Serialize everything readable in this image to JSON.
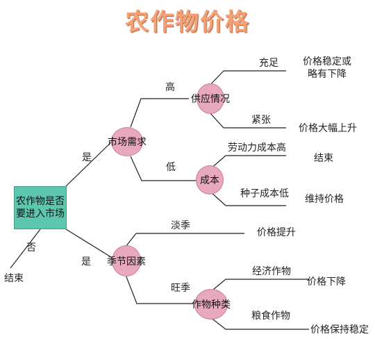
{
  "title": "农作物价格",
  "nodes": {
    "root": "农作物是否要进入市场",
    "market_demand": "市场需求",
    "supply": "供应情况",
    "cost": "成本",
    "season": "季节因素",
    "crop_type": "作物种类"
  },
  "edge_labels": {
    "yes_top": "是",
    "no": "否",
    "yes_bottom": "是",
    "high": "高",
    "low": "低",
    "sufficient": "充足",
    "tight": "紧张",
    "labor_high": "劳动力成本高",
    "seed_low": "种子成本低",
    "off_season": "淡季",
    "peak_season": "旺季",
    "cash_crop": "经济作物",
    "grain_crop": "粮食作物"
  },
  "leaves": {
    "end_left": "结束",
    "stable_line1": "价格稳定或",
    "stable_line2": "略有下降",
    "price_surge": "价格大幅上升",
    "end_cost": "结束",
    "maintain": "维持价格",
    "price_up": "价格提升",
    "price_down": "价格下降",
    "keep_stable": "价格保持稳定"
  },
  "colors": {
    "title": "#f4a276",
    "root_fill": "#5cc7ae",
    "ellipse_fill": "#e8a9be"
  }
}
